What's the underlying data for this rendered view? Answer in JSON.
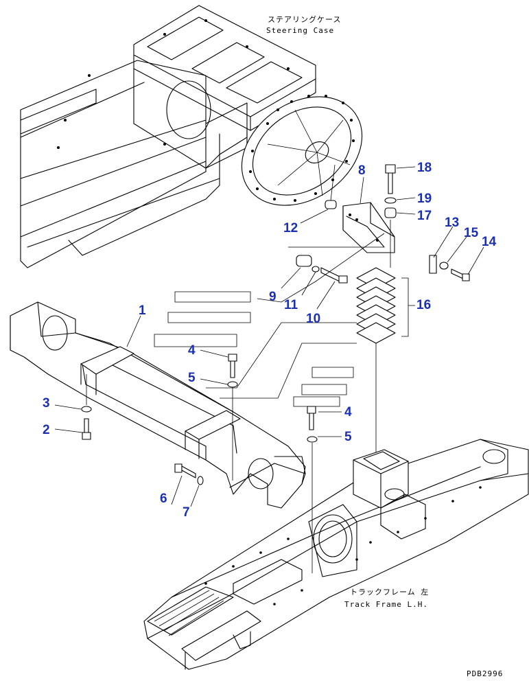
{
  "captions": {
    "steering_case_jp": "ステアリングケース",
    "steering_case_en": "Steering Case",
    "track_frame_jp": "トラックフレーム 左",
    "track_frame_en": "Track Frame L.H.",
    "drawing_code": "PDB2996"
  },
  "callouts": [
    {
      "id": "1",
      "label": "1"
    },
    {
      "id": "2",
      "label": "2"
    },
    {
      "id": "3",
      "label": "3"
    },
    {
      "id": "4a",
      "label": "4"
    },
    {
      "id": "4b",
      "label": "4"
    },
    {
      "id": "5a",
      "label": "5"
    },
    {
      "id": "5b",
      "label": "5"
    },
    {
      "id": "6",
      "label": "6"
    },
    {
      "id": "7",
      "label": "7"
    },
    {
      "id": "8",
      "label": "8"
    },
    {
      "id": "9",
      "label": "9"
    },
    {
      "id": "10",
      "label": "10"
    },
    {
      "id": "11",
      "label": "11"
    },
    {
      "id": "12",
      "label": "12"
    },
    {
      "id": "13",
      "label": "13"
    },
    {
      "id": "14",
      "label": "14"
    },
    {
      "id": "15",
      "label": "15"
    },
    {
      "id": "16",
      "label": "16"
    },
    {
      "id": "17",
      "label": "17"
    },
    {
      "id": "18",
      "label": "18"
    },
    {
      "id": "19",
      "label": "19"
    }
  ],
  "colors": {
    "callout": "#1b2fb5",
    "line": "#000000",
    "background": "#ffffff"
  }
}
